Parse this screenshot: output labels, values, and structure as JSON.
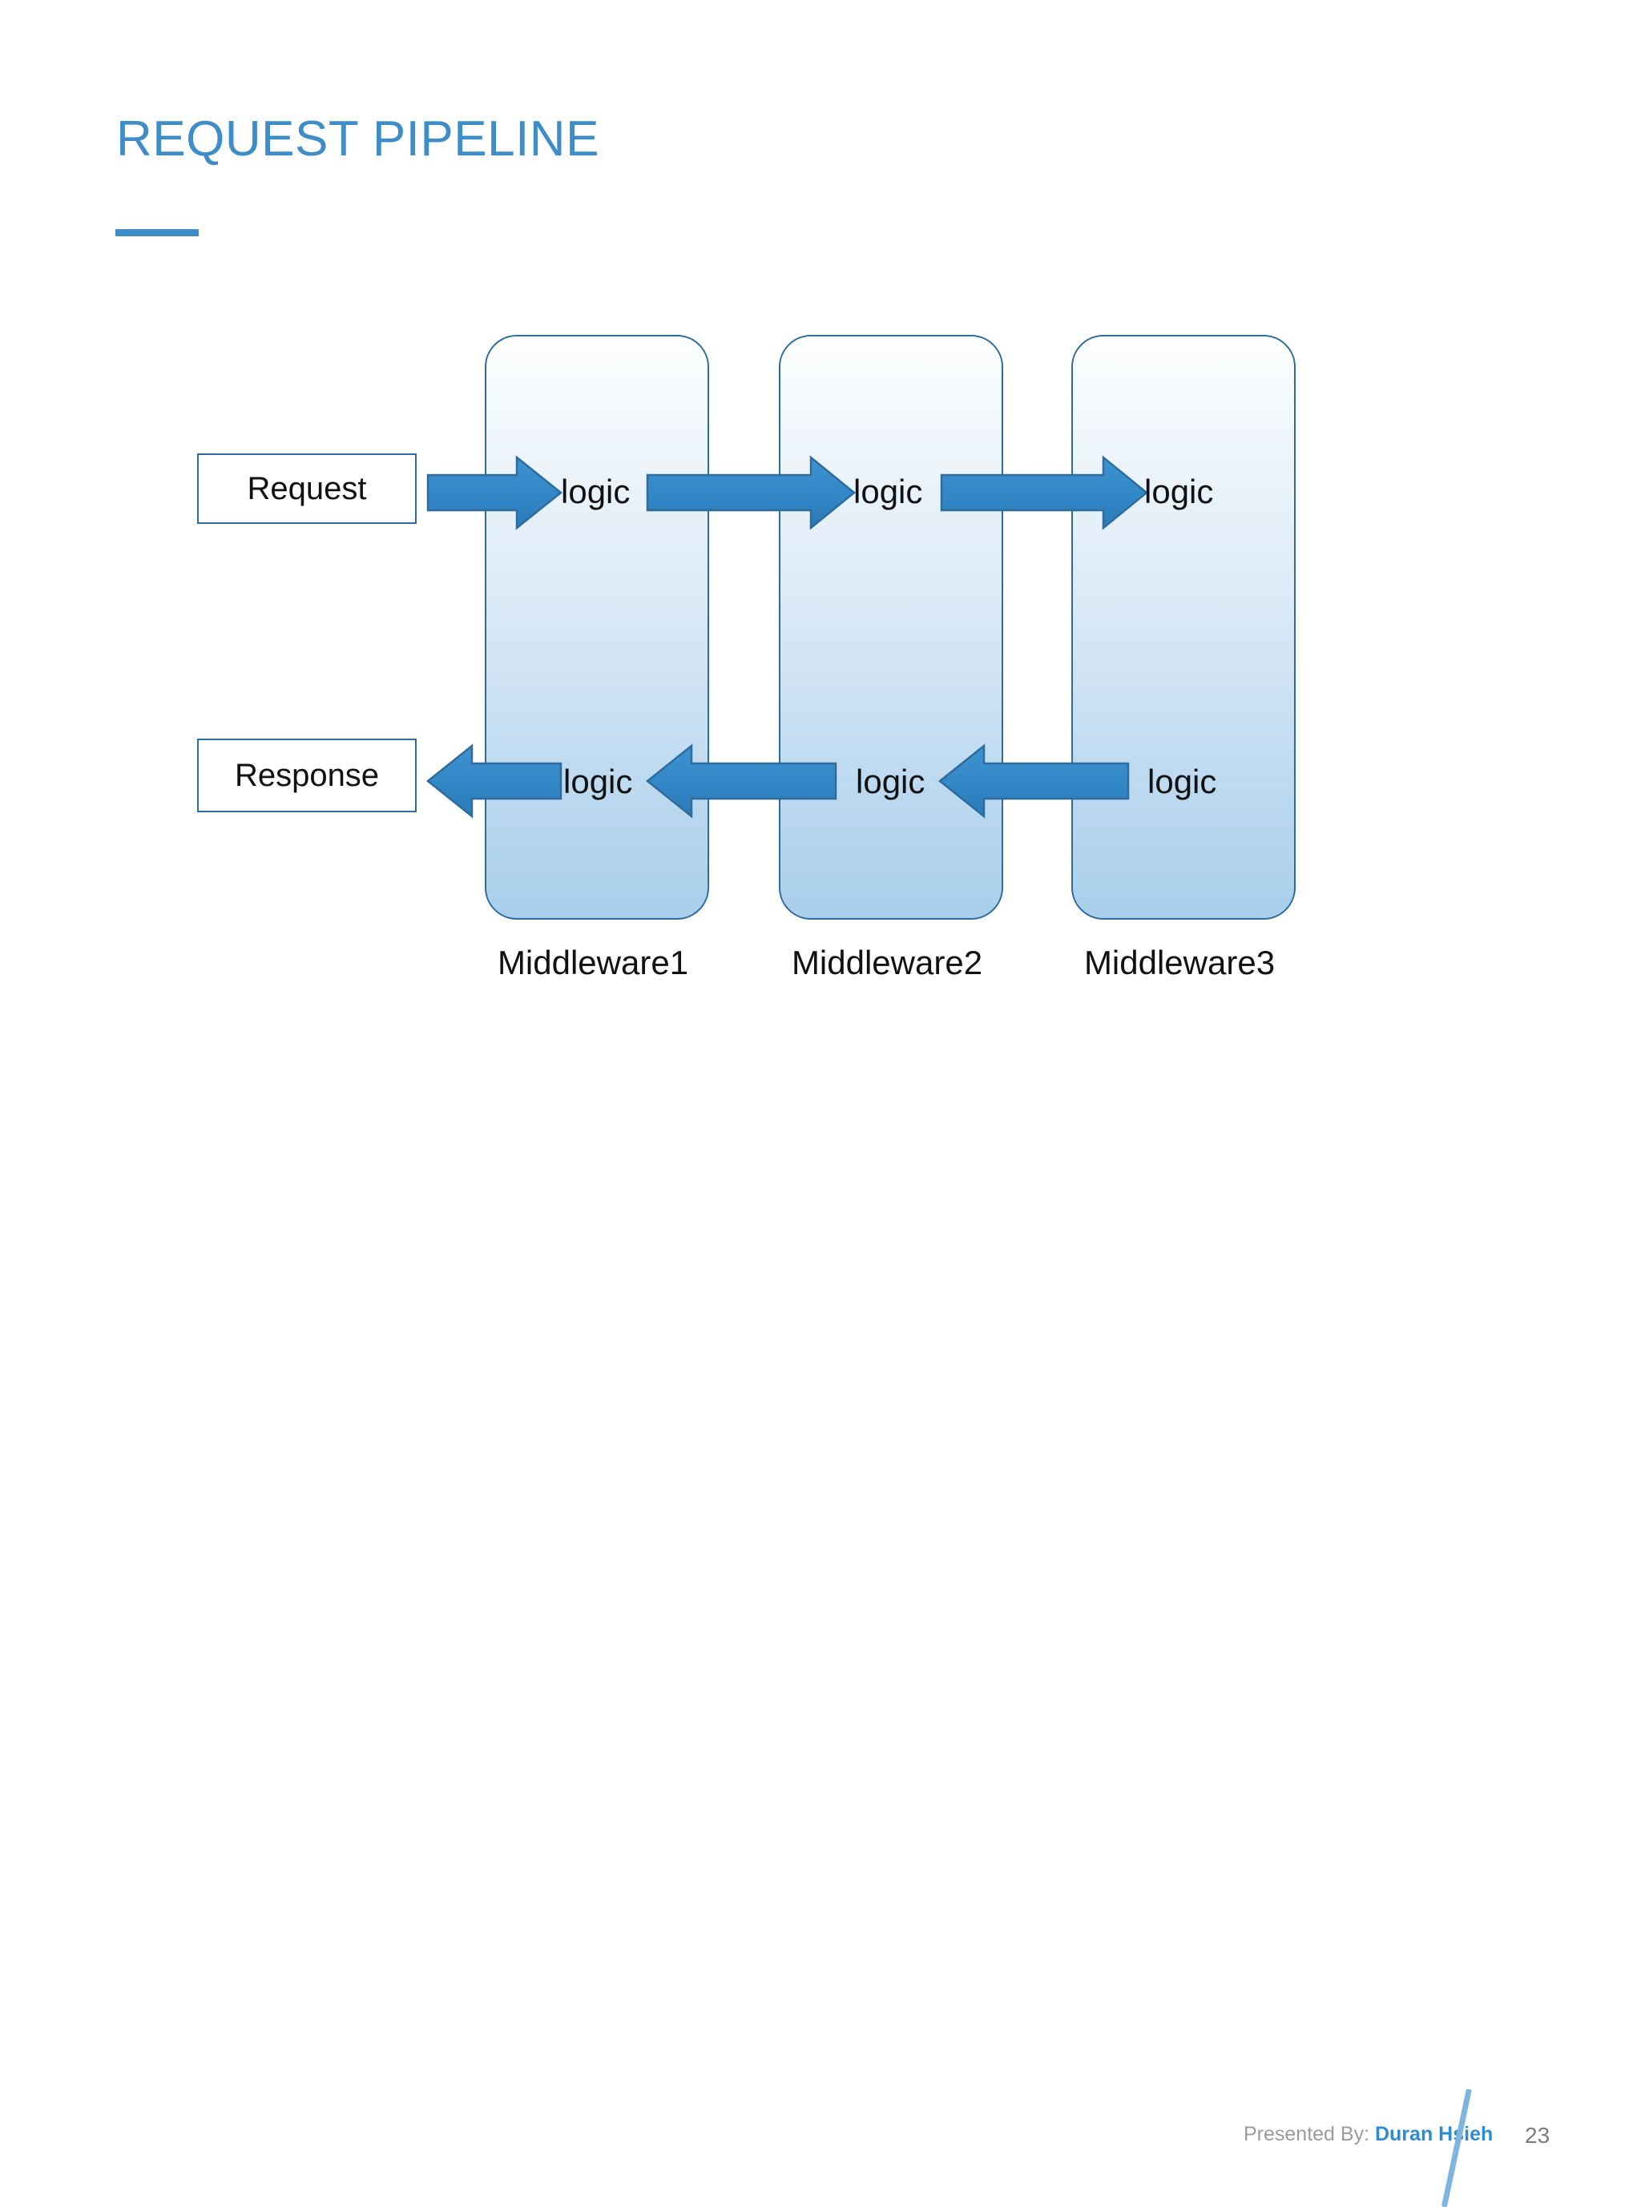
{
  "slide": {
    "title": "REQUEST PIPELINE",
    "accent_color": "#3E8CC8",
    "background": "#FFFFFF"
  },
  "diagram": {
    "type": "pipeline",
    "request_label": "Request",
    "response_label": "Response",
    "stage_logic_label": "logic",
    "stages": [
      {
        "name": "Middleware1",
        "inbound_logic": "logic",
        "outbound_logic": "logic"
      },
      {
        "name": "Middleware2",
        "inbound_logic": "logic",
        "outbound_logic": "logic"
      },
      {
        "name": "Middleware3",
        "inbound_logic": "logic",
        "outbound_logic": "logic"
      }
    ],
    "flow_in_direction": "right",
    "flow_out_direction": "left",
    "arrow_color": "#3287C6",
    "arrow_stroke": "#2E6C9E",
    "box_border_color": "#2E6C9E",
    "box_gradient_from": "#FDFEFE",
    "box_gradient_to": "#A9CFEB"
  },
  "footer": {
    "presented_prefix": "Presented By: ",
    "author": "Duran Hsieh",
    "page_number": "23",
    "author_color": "#2E8BD0",
    "divider_color": "#7FB4DE"
  }
}
